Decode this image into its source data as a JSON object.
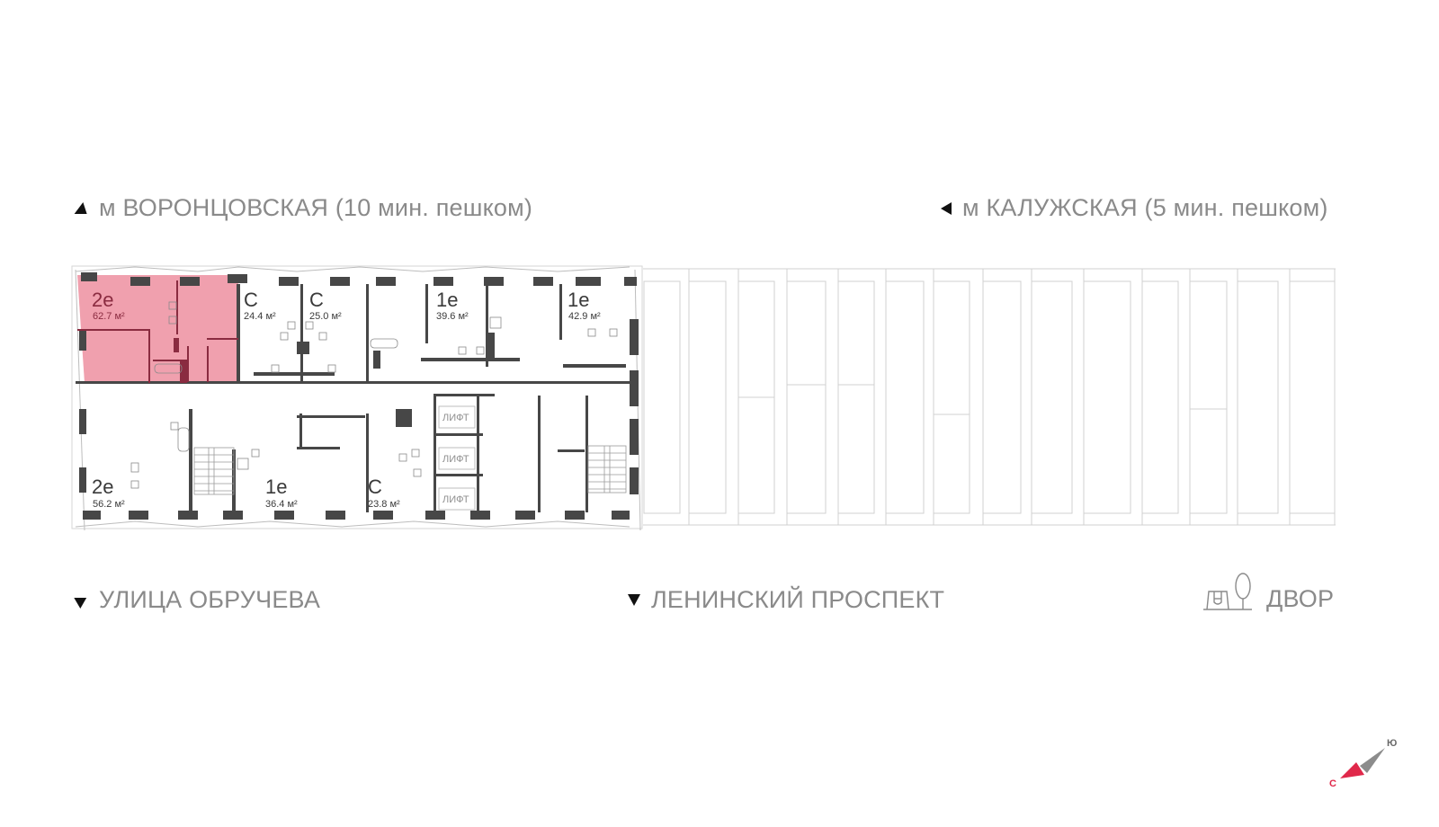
{
  "labels": {
    "top_left": {
      "text": "м ВОРОНЦОВСКАЯ  (10 мин. пешком)",
      "arrow": "arrow-up-icon"
    },
    "top_right": {
      "text": "м КАЛУЖСКАЯ (5 мин. пешком)",
      "arrow": "arrow-left-icon"
    },
    "bottom_left": {
      "text": "УЛИЦА ОБРУЧЕВА",
      "arrow": "arrow-up-icon"
    },
    "bottom_center": {
      "text": "ЛЕНИНСКИЙ ПРОСПЕКТ",
      "arrow": "arrow-down-icon"
    },
    "bottom_right": {
      "text": "ДВОР",
      "icon": "courtyard-playground-tree-icon"
    }
  },
  "apartments": [
    {
      "id": "a1",
      "type": "2е",
      "area": "62.7 м²",
      "selected": true
    },
    {
      "id": "a2",
      "type": "С",
      "area": "24.4 м²",
      "selected": false
    },
    {
      "id": "a3",
      "type": "С",
      "area": "25.0 м²",
      "selected": false
    },
    {
      "id": "a4",
      "type": "1е",
      "area": "39.6 м²",
      "selected": false
    },
    {
      "id": "a5",
      "type": "1е",
      "area": "42.9 м²",
      "selected": false
    },
    {
      "id": "a6",
      "type": "2е",
      "area": "56.2 м²",
      "selected": false
    },
    {
      "id": "a7",
      "type": "1е",
      "area": "36.4 м²",
      "selected": false
    },
    {
      "id": "a8",
      "type": "С",
      "area": "23.8 м²",
      "selected": false
    }
  ],
  "elevators": [
    "ЛИФТ",
    "ЛИФТ",
    "ЛИФТ"
  ],
  "compass": {
    "north": "С",
    "south": "Ю"
  },
  "colors": {
    "selected_fill": "#f0a0ae",
    "selected_wall": "#8a2b40",
    "wall": "#474747",
    "ghost_lines": "#cfcfcf",
    "label_text": "#8a8a8a",
    "compass_red": "#e0284a",
    "compass_gray": "#8c8c8c"
  }
}
